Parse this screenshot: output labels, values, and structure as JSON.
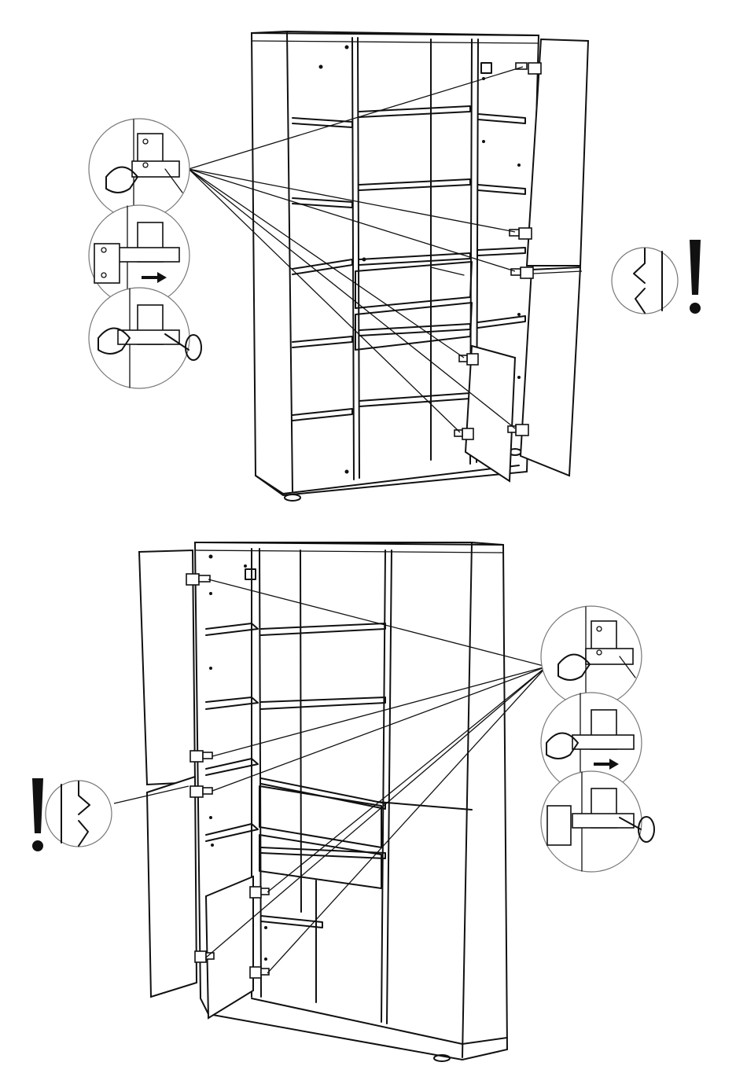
{
  "figure": {
    "kind": "assembly-instruction",
    "steps": [
      {
        "panel": "top",
        "hinge_sequence": [
          "place-hinge",
          "slide-hinge",
          "tighten-screw"
        ],
        "warning_glyph": "!"
      },
      {
        "panel": "bottom",
        "hinge_sequence": [
          "place-hinge",
          "slide-hinge",
          "tighten-screw"
        ],
        "warning_glyph": "!"
      }
    ]
  },
  "icons": [
    "hinge-icon",
    "screwdriver-icon",
    "arrow-right-icon",
    "warning-icon",
    "door-gap-icon"
  ],
  "colors": {
    "line": "#111111",
    "background": "#ffffff",
    "callout_border": "#777777"
  }
}
